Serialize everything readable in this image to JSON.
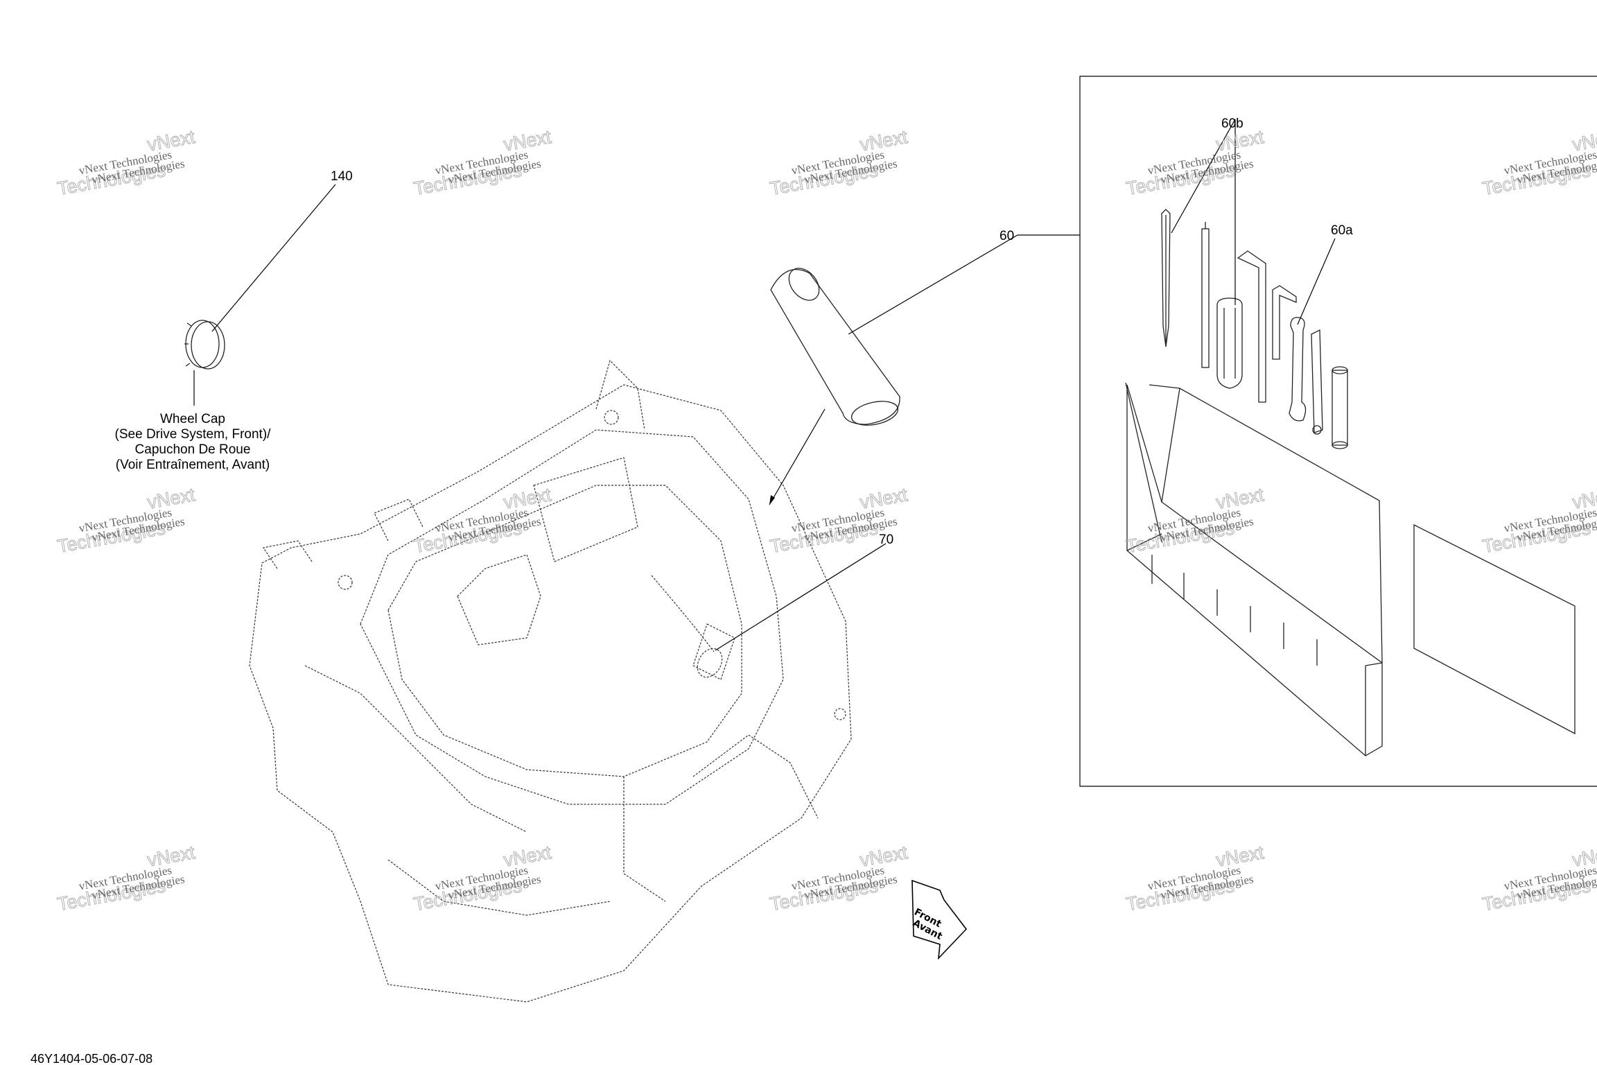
{
  "callouts": {
    "c140": "140",
    "c60": "60",
    "c60a": "60a",
    "c60b": "60b",
    "c70": "70"
  },
  "wheel_cap_note": {
    "line1": "Wheel Cap",
    "line2": "(See Drive System, Front)/",
    "line3": "Capuchon De Roue",
    "line4": "(Voir Entraînement, Avant)"
  },
  "front_arrow": {
    "line1": "Front",
    "line2": "Avant"
  },
  "watermark": {
    "line1": "vNext Technologies",
    "line2": "Technologies",
    "line3": "vNext"
  },
  "drawing_number": "46Y1404-05-06-07-08"
}
